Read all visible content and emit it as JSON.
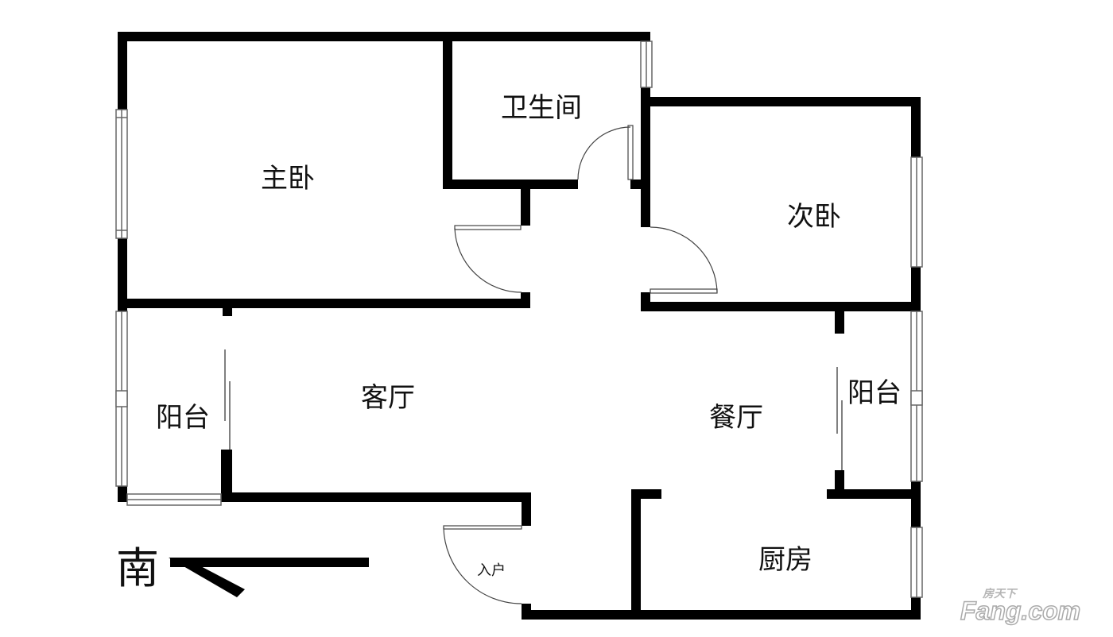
{
  "rooms": {
    "master_bedroom": "主卧",
    "bathroom": "卫生间",
    "second_bedroom": "次卧",
    "living_room": "客厅",
    "dining_room": "餐厅",
    "balcony_west": "阳台",
    "balcony_east": "阳台",
    "kitchen": "厨房",
    "entrance": "入户"
  },
  "compass": {
    "direction": "南"
  },
  "watermark": {
    "cn": "房天下",
    "en": "Fang.com"
  },
  "colors": {
    "wall": "#000000",
    "window_line": "#666666",
    "door_line": "#444444",
    "background": "#ffffff"
  }
}
